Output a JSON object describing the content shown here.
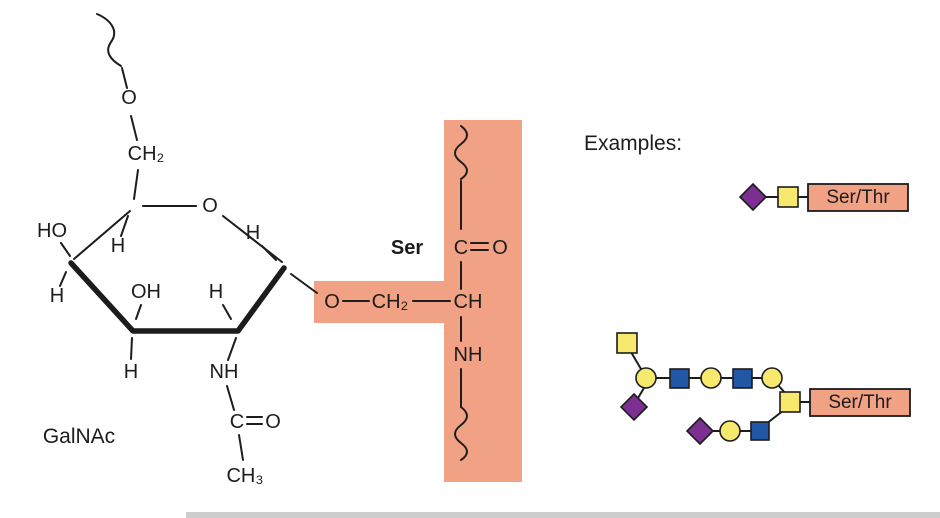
{
  "colors": {
    "highlight": "#f2a284",
    "glycan_yellow": "#f6e96d",
    "glycan_blue": "#2157a4",
    "glycan_purple": "#7c2f90",
    "ink": "#1c1c1c",
    "background": "#ffffff"
  },
  "molecule": {
    "name": "GalNAc",
    "labels": {
      "top_o": "O",
      "top_ch2": "CH₂",
      "ring_o": "O",
      "ho": "HO",
      "h_c5": "H",
      "h_c1": "H",
      "h_c4": "H",
      "oh": "OH",
      "h_c3": "H",
      "h_below": "H",
      "nh": "NH",
      "carbonyl_c": "C",
      "carbonyl_o": "O",
      "ch3": "CH₃"
    }
  },
  "linkage": {
    "o": "O",
    "ch2": "CH₂",
    "ch": "CH"
  },
  "peptide": {
    "residue": "Ser",
    "carbonyl_c": "C",
    "carbonyl_o": "O",
    "nh": "NH"
  },
  "examples": {
    "title": "Examples:",
    "items": [
      {
        "attachment": "Ser/Thr"
      },
      {
        "attachment": "Ser/Thr"
      }
    ]
  }
}
